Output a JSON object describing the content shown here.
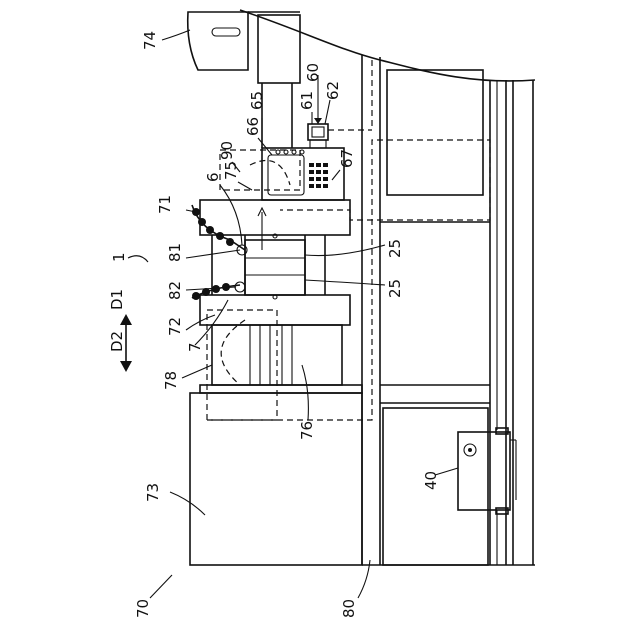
{
  "labels": {
    "l74": "74",
    "l60": "60",
    "l65": "65",
    "l62": "62",
    "l61": "61",
    "l66": "66",
    "l90": "90",
    "l75": "75",
    "l6": "6",
    "l67": "67",
    "l71": "71",
    "l1": "1",
    "l25a": "25",
    "l81": "81",
    "l82": "82",
    "l25b": "25",
    "l72": "72",
    "l7": "7",
    "l78": "78",
    "l76": "76",
    "l40": "40",
    "l73": "73",
    "l70": "70",
    "l80": "80"
  },
  "arrows": {
    "d1": "D1",
    "d2": "D2"
  }
}
